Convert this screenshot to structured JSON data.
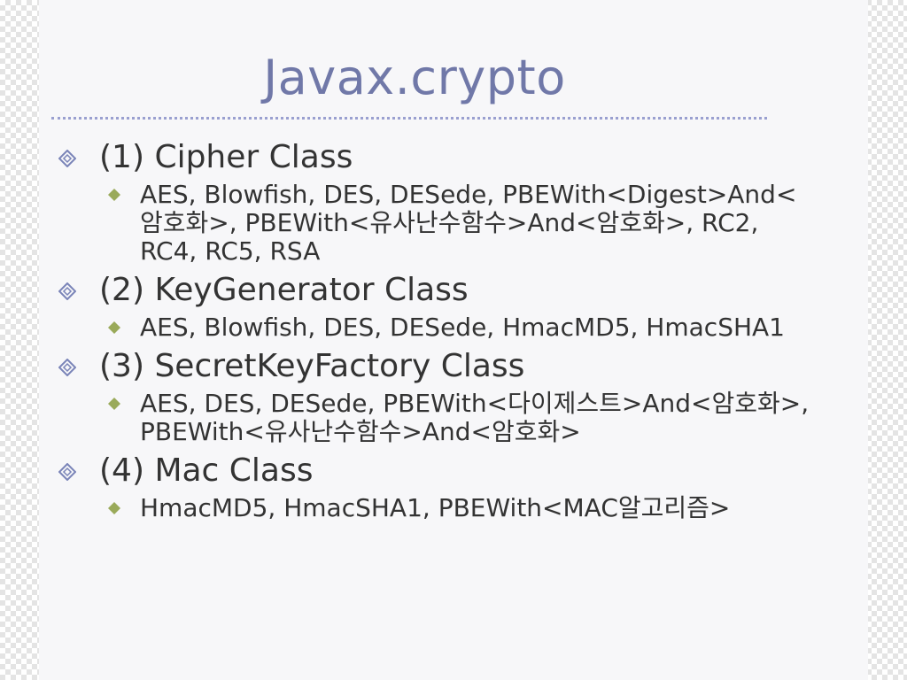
{
  "slide": {
    "title": "Javax.crypto",
    "items": [
      {
        "heading": "(1) Cipher Class",
        "detail": "AES, Blowfish, DES, DESede, PBEWith<Digest>And<암호화>, PBEWith<유사난수함수>And<암호화>, RC2, RC4, RC5, RSA"
      },
      {
        "heading": "(2) KeyGenerator Class",
        "detail": "AES, Blowfish, DES, DESede, HmacMD5, HmacSHA1"
      },
      {
        "heading": "(3) SecretKeyFactory Class",
        "detail": "AES, DES, DESede, PBEWith<다이제스트>And<암호화>, PBEWith<유사난수함수>And<암호화>"
      },
      {
        "heading": "(4) Mac Class",
        "detail": "HmacMD5, HmacSHA1, PBEWith<MAC알고리즘>"
      }
    ]
  },
  "colors": {
    "title": "#7078a8",
    "divider": "#9aa0d0",
    "bullet_level1": "#7a84b8",
    "bullet_level2": "#9aaa5a",
    "text": "#333333"
  },
  "icons": {
    "level1_bullet": "hollow-diamond-icon",
    "level2_bullet": "filled-diamond-icon"
  }
}
